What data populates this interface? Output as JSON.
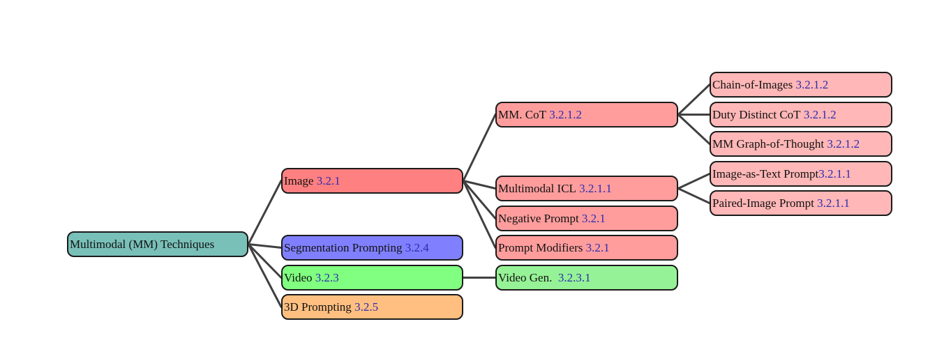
{
  "colors": {
    "root": "#79c0b8",
    "image": "#ff8080",
    "image_child": "#ff9d9d",
    "image_grandchild": "#ffb7b7",
    "segmentation": "#8080ff",
    "video": "#80ff80",
    "video_child": "#96f296",
    "threed": "#ffbf80",
    "edge": "#404040",
    "ref": "#2b2bb0"
  },
  "nodes": [
    {
      "id": "root",
      "label": "Multimodal (MM) Techniques",
      "ref": "",
      "color": "root",
      "parent": ""
    },
    {
      "id": "image",
      "label": "Image",
      "ref": "3.2.1",
      "color": "image",
      "parent": "root"
    },
    {
      "id": "segmentation",
      "label": "Segmentation Prompting",
      "ref": "3.2.4",
      "color": "segmentation",
      "parent": "root"
    },
    {
      "id": "video",
      "label": "Video",
      "ref": "3.2.3",
      "color": "video",
      "parent": "root"
    },
    {
      "id": "threed",
      "label": "3D Prompting",
      "ref": "3.2.5",
      "color": "threed",
      "parent": "root"
    },
    {
      "id": "mm-cot",
      "label": "MM. CoT",
      "ref": "3.2.1.2",
      "color": "image_child",
      "parent": "image"
    },
    {
      "id": "multimodal-icl",
      "label": "Multimodal ICL",
      "ref": "3.2.1.1",
      "color": "image_child",
      "parent": "image"
    },
    {
      "id": "negative-prompt",
      "label": "Negative Prompt",
      "ref": "3.2.1",
      "color": "image_child",
      "parent": "image"
    },
    {
      "id": "prompt-modifiers",
      "label": "Prompt Modifiers",
      "ref": "3.2.1",
      "color": "image_child",
      "parent": "image"
    },
    {
      "id": "video-gen",
      "label": "Video Gen.",
      "ref": "3.2.3.1",
      "color": "video_child",
      "parent": "video"
    },
    {
      "id": "chain-of-images",
      "label": "Chain-of-Images",
      "ref": "3.2.1.2",
      "color": "image_grandchild",
      "parent": "mm-cot"
    },
    {
      "id": "duty-distinct-cot",
      "label": "Duty Distinct CoT",
      "ref": "3.2.1.2",
      "color": "image_grandchild",
      "parent": "mm-cot"
    },
    {
      "id": "mm-graph-of-thought",
      "label": "MM Graph-of-Thought",
      "ref": "3.2.1.2",
      "color": "image_grandchild",
      "parent": "mm-cot"
    },
    {
      "id": "image-as-text-prompt",
      "label": "Image-as-Text Prompt",
      "ref": "3.2.1.1",
      "color": "image_grandchild",
      "parent": "multimodal-icl",
      "tight": true
    },
    {
      "id": "paired-image-prompt",
      "label": "Paired-Image Prompt",
      "ref": "3.2.1.1",
      "color": "image_grandchild",
      "parent": "multimodal-icl"
    }
  ]
}
